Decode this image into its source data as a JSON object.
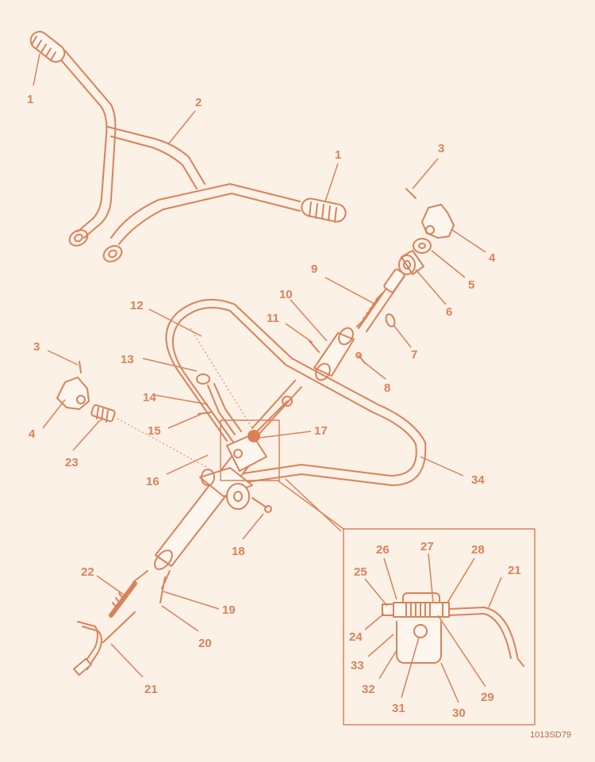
{
  "colors": {
    "background": "#fbf1e6",
    "line": "#d9825a",
    "text": "#d9825a",
    "fill_light": "#fdf6ee"
  },
  "reference_code": "1013SD79",
  "callouts": [
    {
      "id": "c1a",
      "label": "1"
    },
    {
      "id": "c2",
      "label": "2"
    },
    {
      "id": "c1b",
      "label": "1"
    },
    {
      "id": "c3a",
      "label": "3"
    },
    {
      "id": "c4a",
      "label": "4"
    },
    {
      "id": "c5",
      "label": "5"
    },
    {
      "id": "c6",
      "label": "6"
    },
    {
      "id": "c7",
      "label": "7"
    },
    {
      "id": "c8",
      "label": "8"
    },
    {
      "id": "c9",
      "label": "9"
    },
    {
      "id": "c10",
      "label": "10"
    },
    {
      "id": "c11",
      "label": "11"
    },
    {
      "id": "c12",
      "label": "12"
    },
    {
      "id": "c13",
      "label": "13"
    },
    {
      "id": "c3b",
      "label": "3"
    },
    {
      "id": "c4b",
      "label": "4"
    },
    {
      "id": "c14",
      "label": "14"
    },
    {
      "id": "c15",
      "label": "15"
    },
    {
      "id": "c16",
      "label": "16"
    },
    {
      "id": "c17",
      "label": "17"
    },
    {
      "id": "c23",
      "label": "23"
    },
    {
      "id": "c34",
      "label": "34"
    },
    {
      "id": "c18",
      "label": "18"
    },
    {
      "id": "c22",
      "label": "22"
    },
    {
      "id": "c19",
      "label": "19"
    },
    {
      "id": "c20",
      "label": "20"
    },
    {
      "id": "c21a",
      "label": "21"
    },
    {
      "id": "c26",
      "label": "26"
    },
    {
      "id": "c27",
      "label": "27"
    },
    {
      "id": "c28",
      "label": "28"
    },
    {
      "id": "c25",
      "label": "25"
    },
    {
      "id": "c21b",
      "label": "21"
    },
    {
      "id": "c24",
      "label": "24"
    },
    {
      "id": "c33",
      "label": "33"
    },
    {
      "id": "c32",
      "label": "32"
    },
    {
      "id": "c29",
      "label": "29"
    },
    {
      "id": "c31",
      "label": "31"
    },
    {
      "id": "c30",
      "label": "30"
    }
  ]
}
